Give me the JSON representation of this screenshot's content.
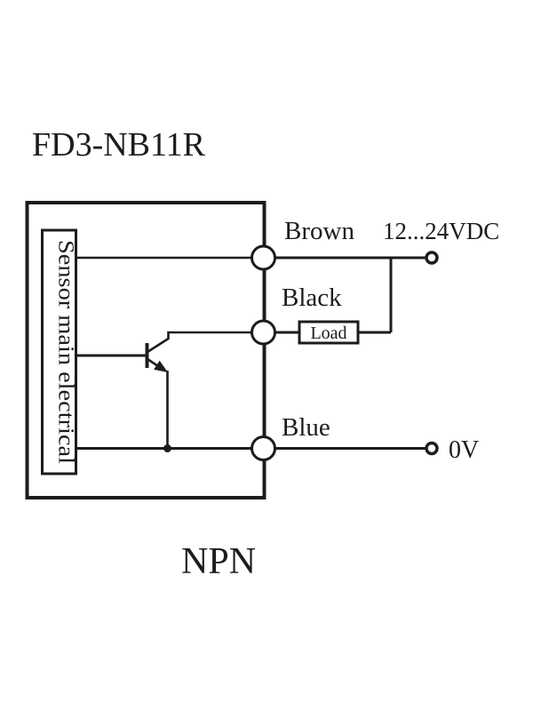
{
  "title": "FD3-NB11R",
  "type_label": "NPN",
  "sensor_box_label": "Sensor main electrical",
  "load_label": "Load",
  "wires": {
    "brown": {
      "label": "Brown"
    },
    "black": {
      "label": "Black"
    },
    "blue": {
      "label": "Blue"
    }
  },
  "terminals": {
    "power": "12...24VDC",
    "ground": "0V"
  },
  "colors": {
    "ink": "#1c1c1c",
    "background": "#ffffff"
  }
}
